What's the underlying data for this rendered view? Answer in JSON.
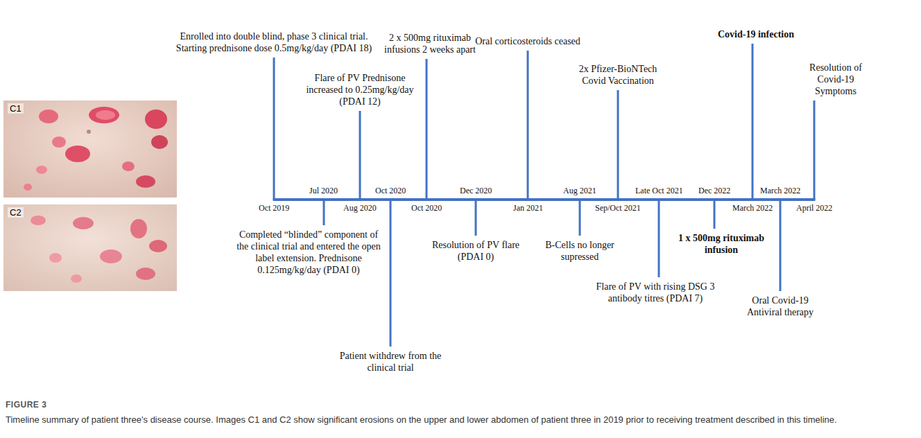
{
  "diagram": {
    "title": "FIGURE 3",
    "caption": "Timeline summary of patient three's disease course. Images C1 and C2 show significant erosions on the upper and lower abdomen of patient three in 2019 prior to receiving treatment described in this timeline.",
    "nodes": [
      {
        "text": [
          "C1"
        ]
      },
      {
        "text": [
          "C2"
        ]
      }
    ],
    "labels": [
      "Enrolled into double blind, phase 3 clinical trial. Starting prednisone dose 0.5mg/kg/day (PDAI 18)",
      "Oct 2019",
      "Jul 2020",
      "Completed “blinded” component of the clinical trial and entered the open label extension. Prednisone 0.125mg/kg/day (PDAI 0)",
      "Flare of PV Prednisone increased to 0.25mg/kg/day (PDAI 12)",
      "Aug 2020",
      "Oct 2020",
      "Patient withdrew from the clinical trial",
      "2 x 500mg rituximab infusions 2 weeks apart",
      "Oct 2020",
      "Dec 2020",
      "Resolution of PV flare (PDAI 0)",
      "Oral corticosteroids ceased",
      "Jan 2021",
      "Aug 2021",
      "B-Cells no longer supressed",
      "2x Pfizer-BioNTech Covid Vaccination",
      "Sep/Oct 2021",
      "Late Oct 2021",
      "Flare of PV with rising DSG 3 antibody titres (PDAI 7)",
      "Dec 2022",
      "1 x 500mg rituximab infusion",
      "Covid-19 infection",
      "March 2022",
      "March 2022",
      "Oral Covid-19 Antiviral therapy",
      "Resolution of Covid-19 Symptoms",
      "April 2022"
    ]
  }
}
